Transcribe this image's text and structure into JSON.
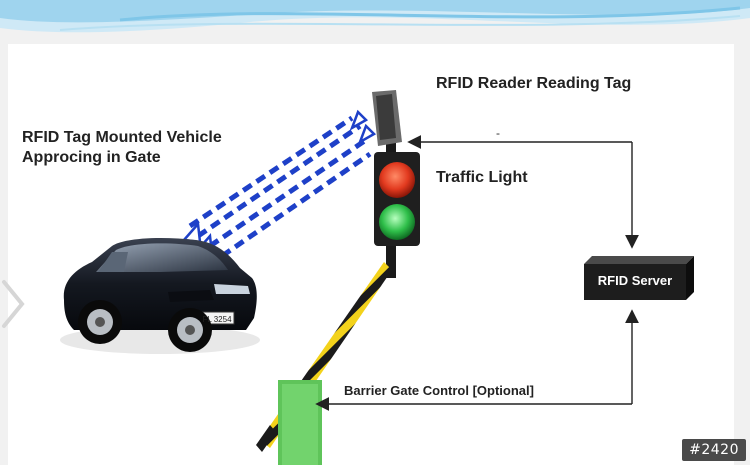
{
  "diagram": {
    "reader_label": "RFID Reader Reading Tag",
    "vehicle_label_line1": "RFID Tag Mounted Vehicle",
    "vehicle_label_line2": "Approcing in Gate",
    "traffic_light_label": "Traffic Light",
    "server_label": "RFID Server",
    "barrier_label": "Barrier Gate Control [Optional]",
    "reader_link_mark": "-",
    "plate_text": "FL 3254"
  },
  "badge": {
    "label": "#2420"
  },
  "colors": {
    "signal_wave": "#1e40c8",
    "light_red": "#e23a1f",
    "light_green": "#2fbf4a",
    "barrier_yellow": "#f3d21b",
    "gate_post": "#5fc45a",
    "server_box": "#1d1d1d",
    "header_wave": "#7fc6e8"
  },
  "icons": {
    "vehicle": "car-icon",
    "reader": "rfid-reader-icon",
    "traffic_light": "traffic-light-icon",
    "server": "server-icon",
    "next": "chevron-right-icon"
  }
}
